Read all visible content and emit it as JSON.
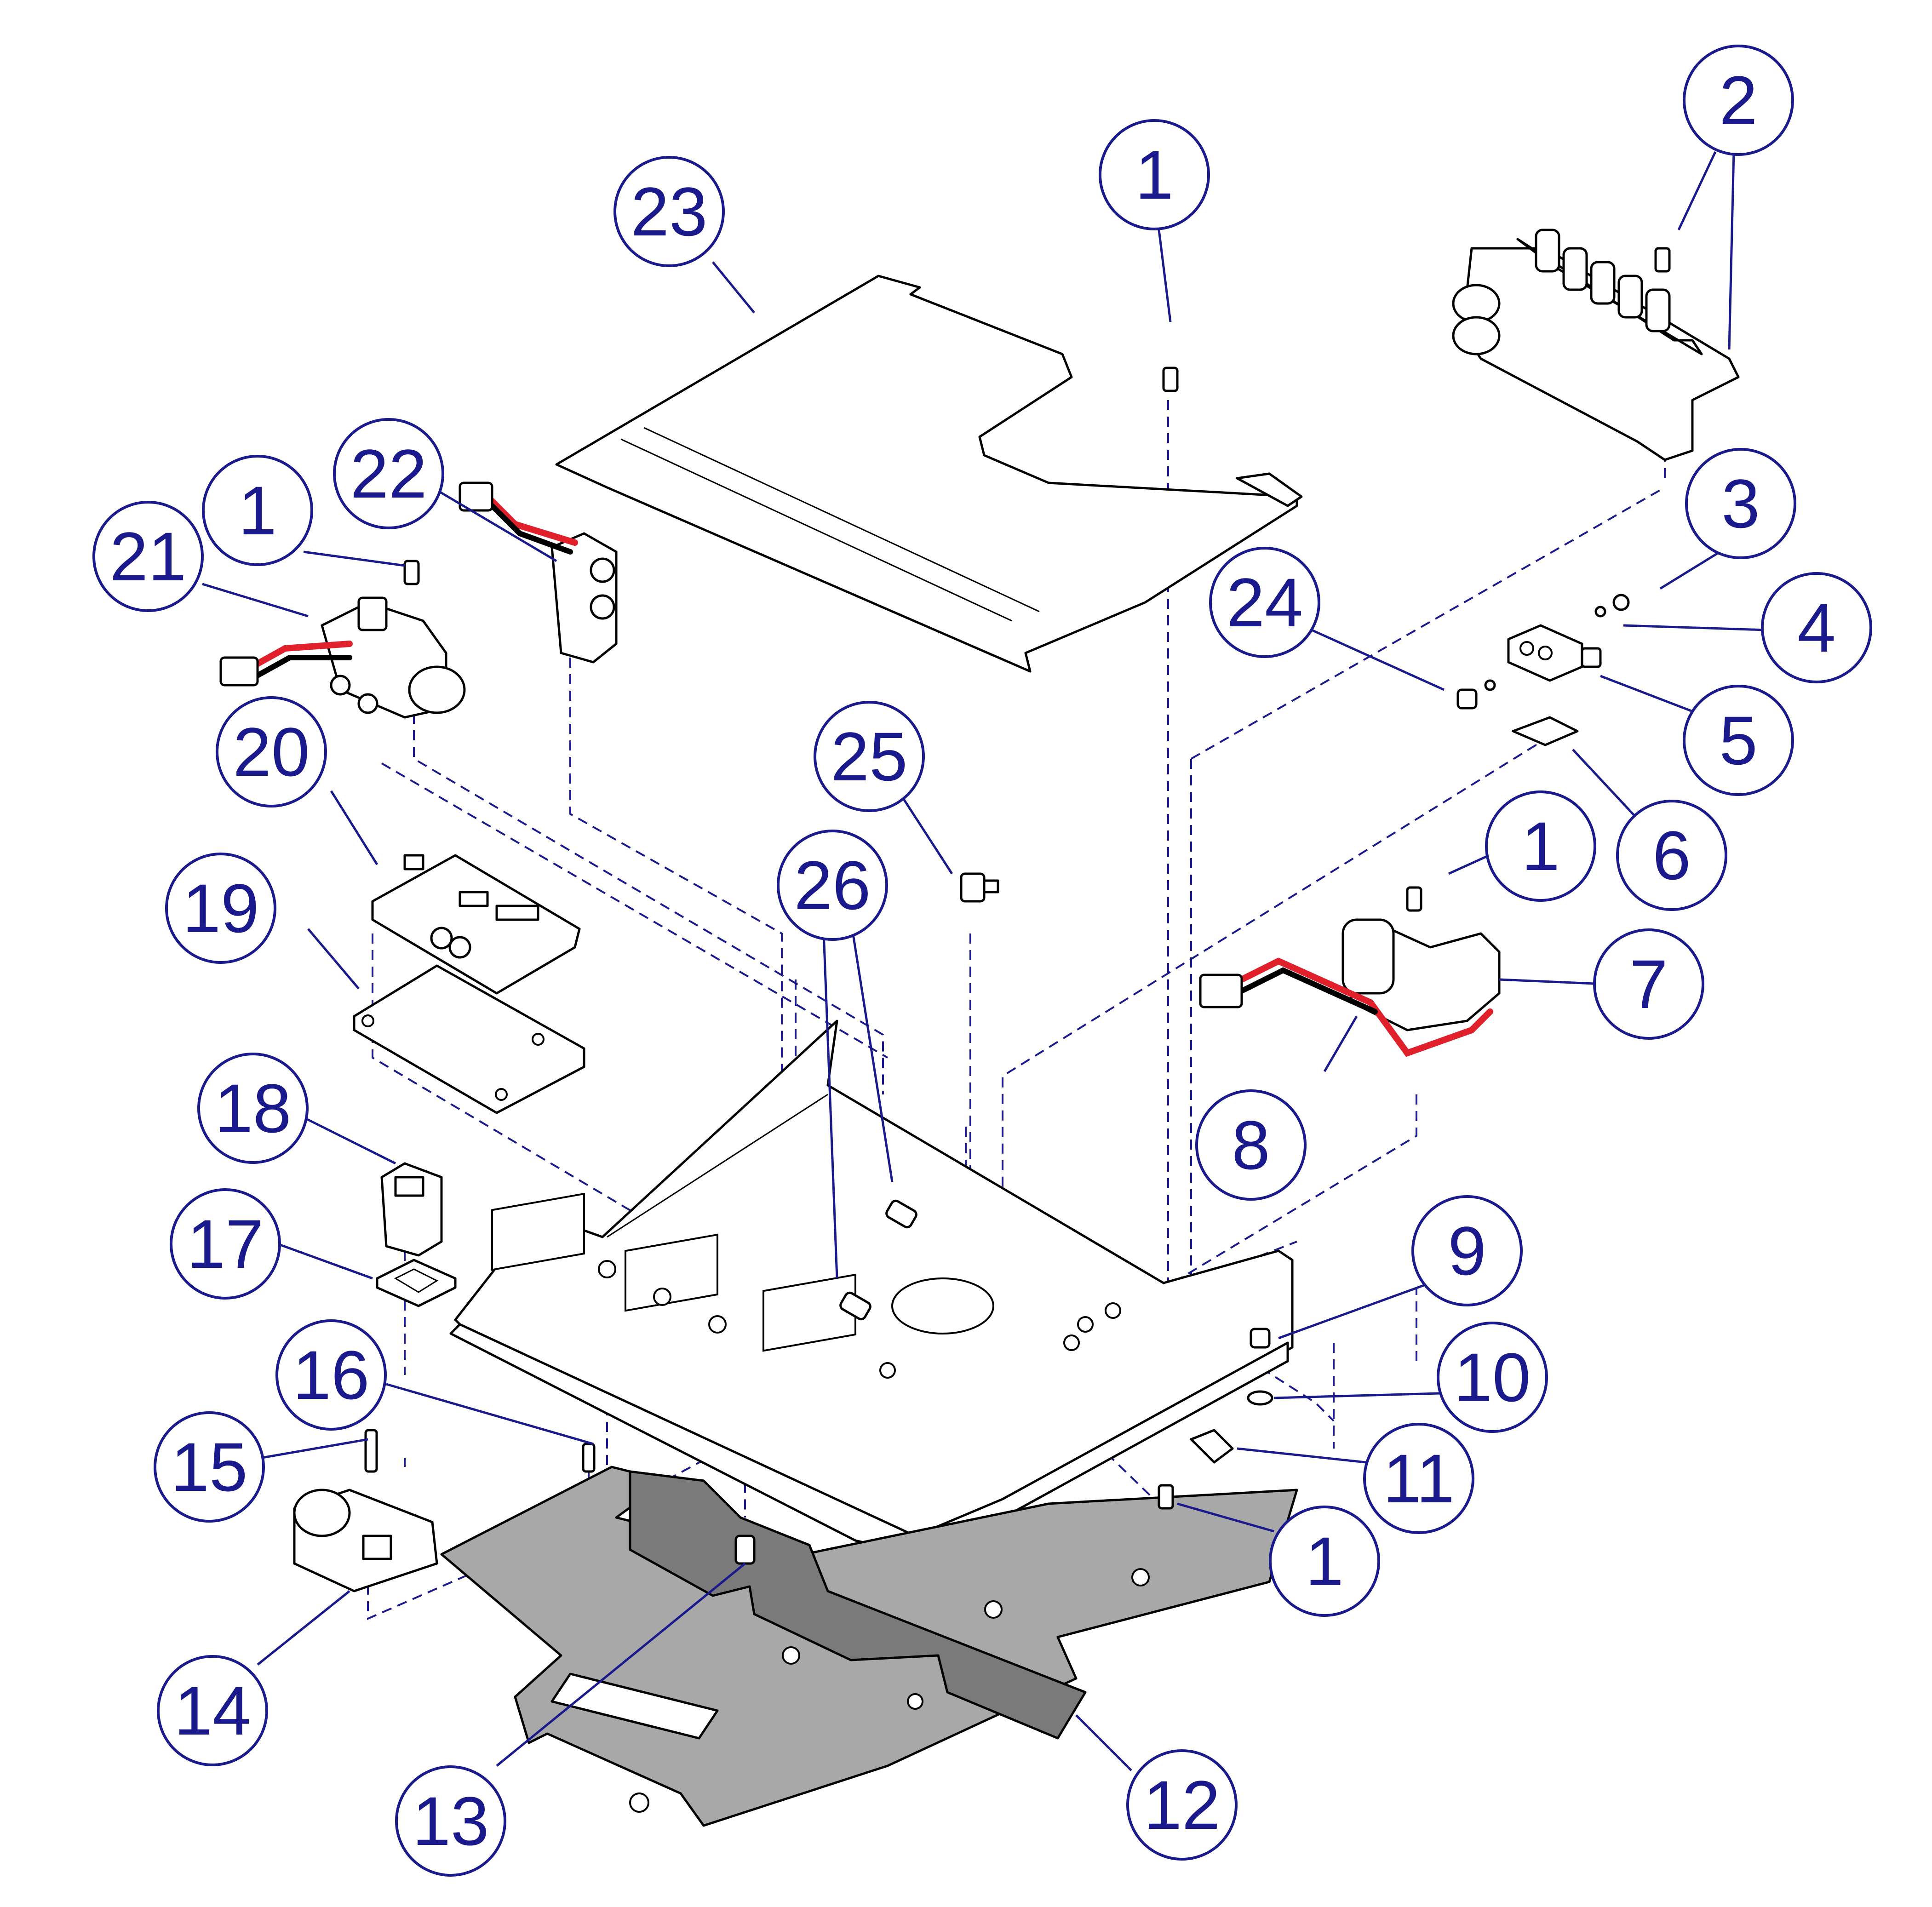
{
  "diagram": {
    "type": "exploded-parts-diagram",
    "colors": {
      "callout": "#1a1a8c",
      "outline": "#000000",
      "plate_fill": "#a8a8a8",
      "plate_dark": "#7a7a7a",
      "wire_red": "#e0202a"
    },
    "callouts": [
      {
        "id": "c1a",
        "label": "1"
      },
      {
        "id": "c2",
        "label": "2"
      },
      {
        "id": "c23",
        "label": "23"
      },
      {
        "id": "c22",
        "label": "22"
      },
      {
        "id": "c1b",
        "label": "1"
      },
      {
        "id": "c21",
        "label": "21"
      },
      {
        "id": "c3",
        "label": "3"
      },
      {
        "id": "c24",
        "label": "24"
      },
      {
        "id": "c4",
        "label": "4"
      },
      {
        "id": "c5",
        "label": "5"
      },
      {
        "id": "c20",
        "label": "20"
      },
      {
        "id": "c25",
        "label": "25"
      },
      {
        "id": "c6",
        "label": "6"
      },
      {
        "id": "c1c",
        "label": "1"
      },
      {
        "id": "c26",
        "label": "26"
      },
      {
        "id": "c19",
        "label": "19"
      },
      {
        "id": "c7",
        "label": "7"
      },
      {
        "id": "c8",
        "label": "8"
      },
      {
        "id": "c18",
        "label": "18"
      },
      {
        "id": "c9",
        "label": "9"
      },
      {
        "id": "c17",
        "label": "17"
      },
      {
        "id": "c10",
        "label": "10"
      },
      {
        "id": "c16",
        "label": "16"
      },
      {
        "id": "c15",
        "label": "15"
      },
      {
        "id": "c11",
        "label": "11"
      },
      {
        "id": "c1d",
        "label": "1"
      },
      {
        "id": "c14",
        "label": "14"
      },
      {
        "id": "c12",
        "label": "12"
      },
      {
        "id": "c13",
        "label": "13"
      }
    ]
  }
}
